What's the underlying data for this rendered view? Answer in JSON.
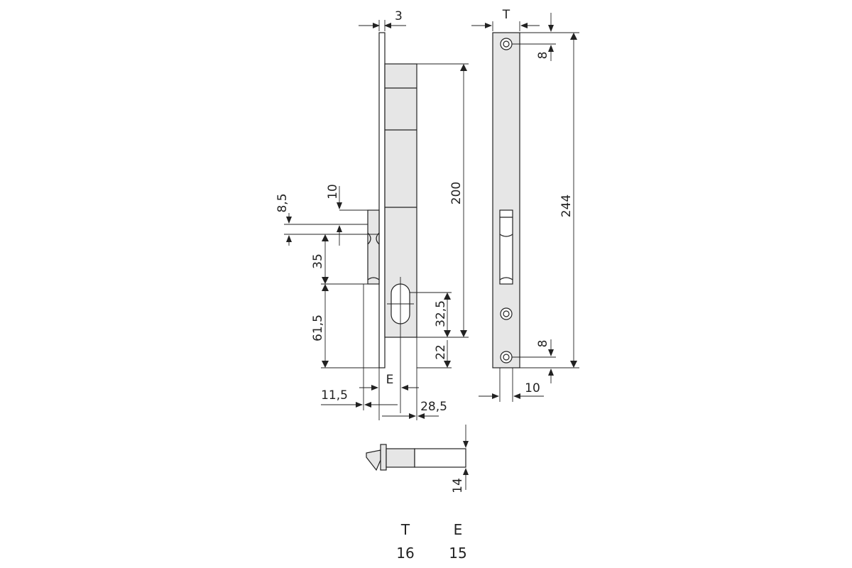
{
  "side_view": {
    "dims": {
      "faceplate_thickness": "3",
      "upper_bolt_offset": "10",
      "bolt_height": "8,5",
      "bolt_to_center": "35",
      "center_to_base": "61,5",
      "case_height": "200",
      "cylinder_hole": "32,5",
      "hole_to_base": "22",
      "backset_label": "E",
      "front_offset": "11,5",
      "case_depth": "28,5"
    }
  },
  "front_view": {
    "dims": {
      "faceplate_width_label": "T",
      "top_screw_offset": "8",
      "overall_height": "244",
      "bottom_screw_offset": "8",
      "screw_axis_offset": "10"
    }
  },
  "bolt_view": {
    "dims": {
      "bolt_width": "14"
    }
  },
  "spec_table": {
    "headers": [
      "T",
      "E"
    ],
    "values": [
      "16",
      "15"
    ]
  }
}
